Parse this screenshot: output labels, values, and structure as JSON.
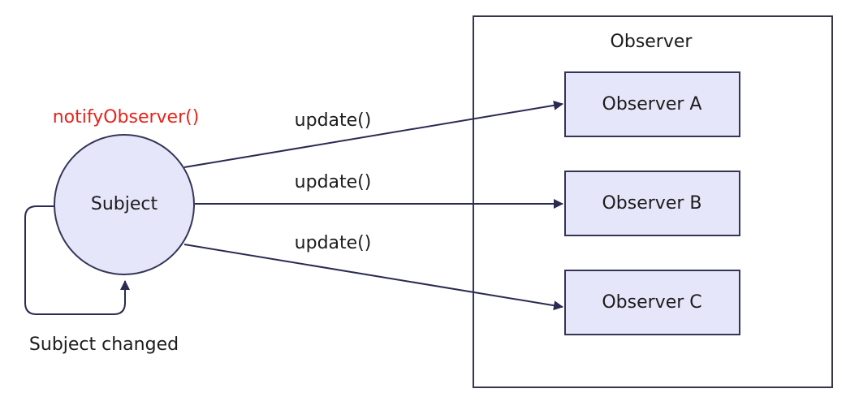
{
  "diagram": {
    "colors": {
      "node_fill": "#e6e6fa",
      "node_stroke": "#353556",
      "line": "#2a2a52",
      "text": "#1c1c1c",
      "highlight": "#e8231a",
      "frame": "#35354f"
    },
    "subject": {
      "label": "Subject",
      "call_label": "notifyObserver()",
      "self_loop_label": "Subject changed"
    },
    "observer_group": {
      "title": "Observer"
    },
    "observers": [
      {
        "label": "Observer A"
      },
      {
        "label": "Observer B"
      },
      {
        "label": "Observer C"
      }
    ],
    "edges": [
      {
        "from": "Subject",
        "to": "Observer A",
        "label": "update()"
      },
      {
        "from": "Subject",
        "to": "Observer B",
        "label": "update()"
      },
      {
        "from": "Subject",
        "to": "Observer C",
        "label": "update()"
      }
    ]
  }
}
